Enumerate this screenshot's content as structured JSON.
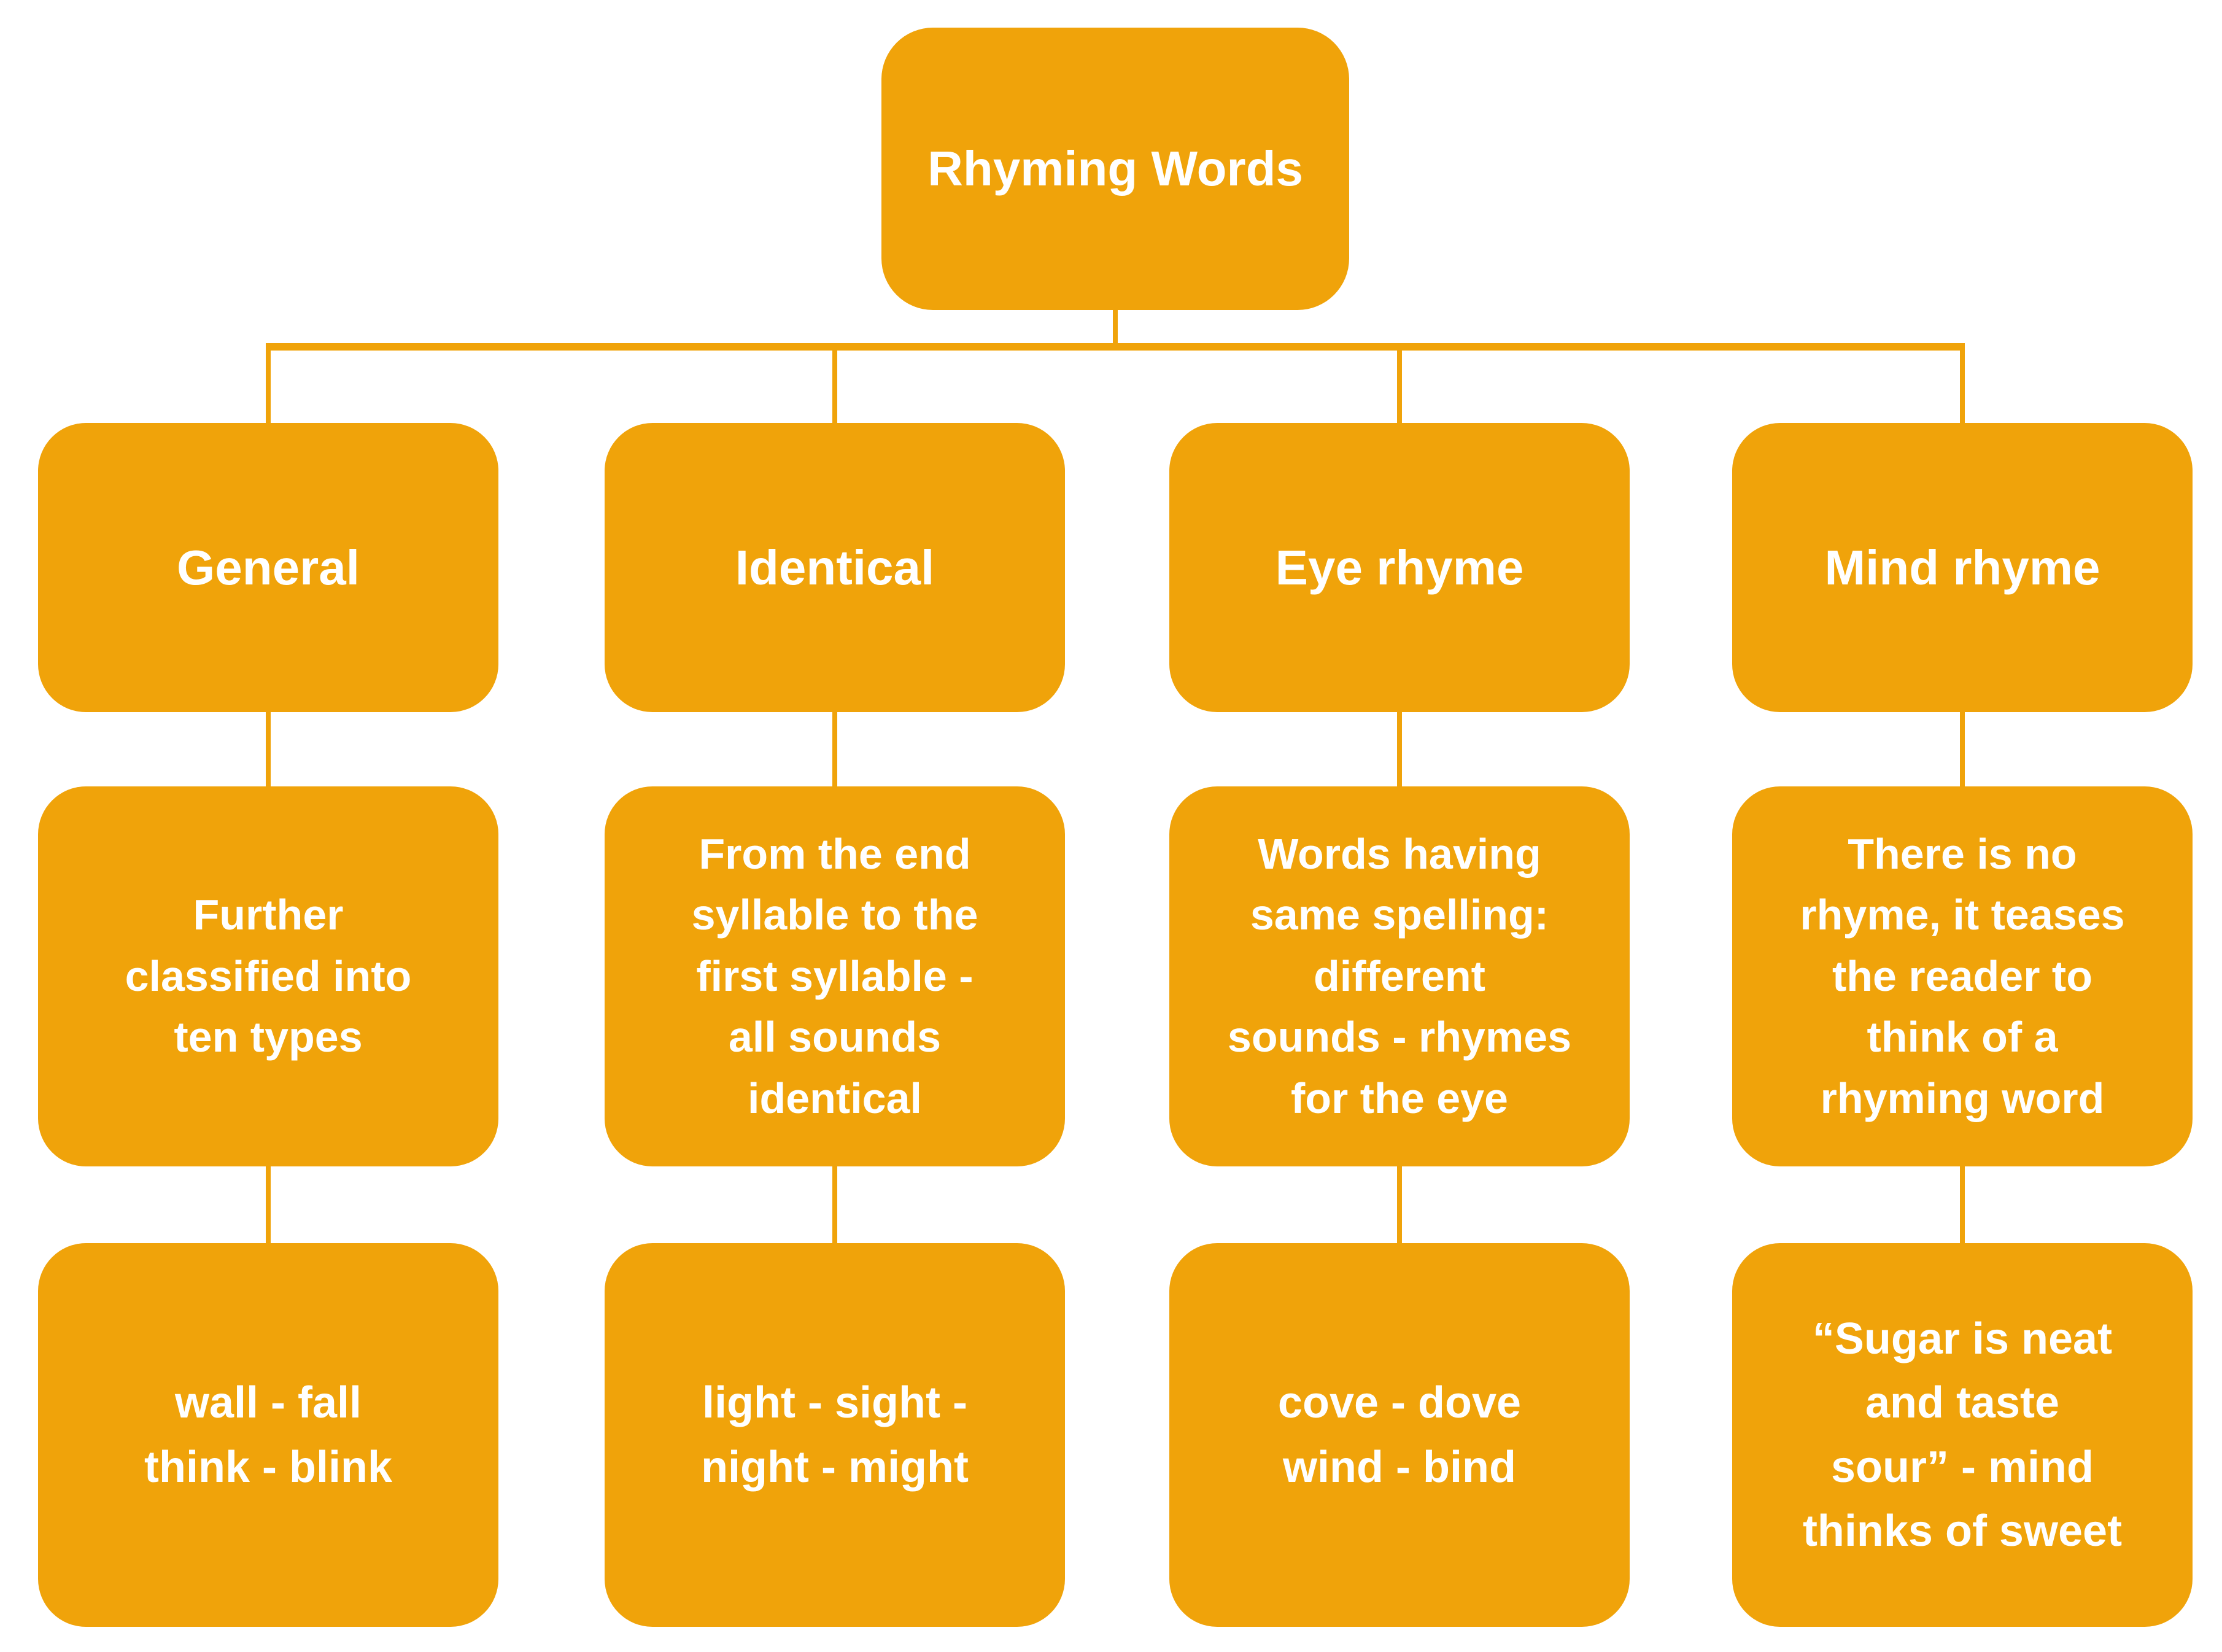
{
  "diagram": {
    "colors": {
      "node_fill": "#F0A30A",
      "node_text": "#FFFFFF",
      "connector": "#F0A30A",
      "background": "#FFFFFF"
    },
    "root": {
      "label": "Rhyming Words"
    },
    "columns": [
      {
        "header": "General",
        "description": "Further\nclassified into\nten types",
        "example": "wall - fall\nthink - blink"
      },
      {
        "header": "Identical",
        "description": "From the end\nsyllable to the\nfirst syllable -\nall sounds\nidentical",
        "example": "light - sight -\nnight - might"
      },
      {
        "header": "Eye rhyme",
        "description": "Words having\nsame spelling:\ndifferent\nsounds - rhymes\nfor the eye",
        "example": "cove - dove\nwind - bind"
      },
      {
        "header": "Mind rhyme",
        "description": "There is no\nrhyme, it teases\nthe reader to\nthink of a\nrhyming word",
        "example": "“Sugar is neat\nand taste\nsour” - mind\nthinks of  sweet"
      }
    ]
  }
}
